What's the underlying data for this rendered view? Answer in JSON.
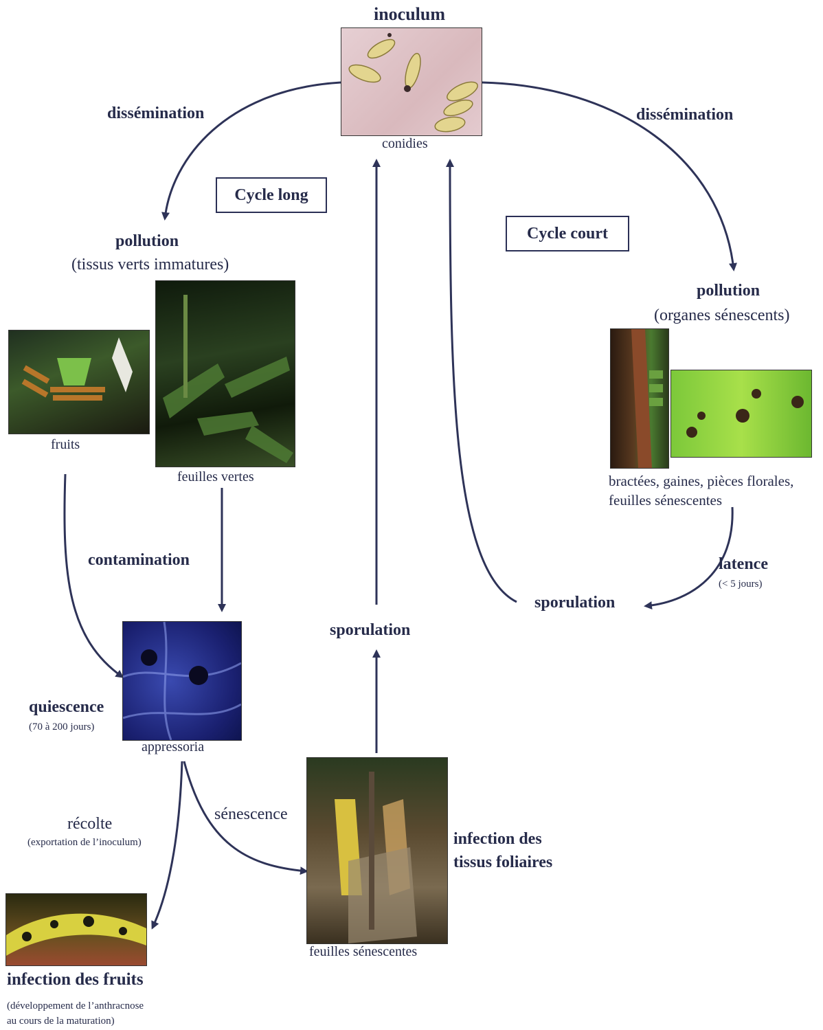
{
  "title": "inoculum",
  "cycle_labels": {
    "long": "Cycle long",
    "short": "Cycle court"
  },
  "labels": {
    "conidies": "conidies",
    "dissemination_left": "dissémination",
    "dissemination_right": "dissémination",
    "pollution_left": "pollution",
    "pollution_left_sub": "(tissus verts immatures)",
    "pollution_right": "pollution",
    "pollution_right_sub": "(organes sénescents)",
    "fruits": "fruits",
    "feuilles_vertes": "feuilles vertes",
    "bracteas_line1": "bractées, gaines, pièces florales,",
    "bracteas_line2": "feuilles sénescentes",
    "contamination": "contamination",
    "latence": "latence",
    "latence_sub": "(< 5 jours)",
    "sporulation_right": "sporulation",
    "sporulation_center": "sporulation",
    "quiescence": "quiescence",
    "quiescence_sub": "(70 à 200 jours)",
    "appressoria": "appressoria",
    "recolte": "récolte",
    "recolte_sub": "(exportation de l’inoculum)",
    "senescence": "sénescence",
    "infection_tissus_1": "infection des",
    "infection_tissus_2": "tissus foliaires",
    "feuilles_senescentes": "feuilles sénescentes",
    "infection_fruits": "infection des fruits",
    "infection_fruits_sub1": "(développement de l’anthracnose",
    "infection_fruits_sub2": "au cours de la maturation)"
  },
  "colors": {
    "ink": "#262b4a",
    "arrow": "#2e3358"
  }
}
